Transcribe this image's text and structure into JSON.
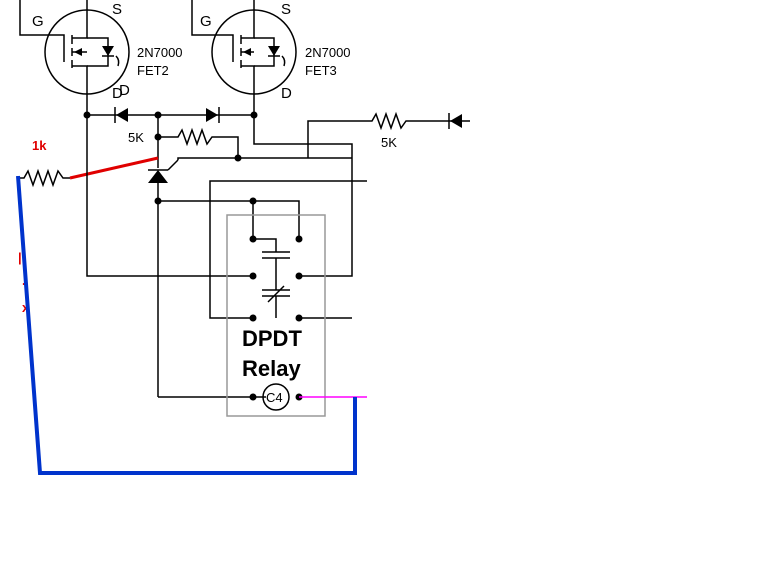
{
  "fet2": {
    "part": "2N7000",
    "name": "FET2",
    "gate": "G",
    "source": "S",
    "drain": "D"
  },
  "fet3": {
    "part": "2N7000",
    "name": "FET3",
    "gate": "G",
    "source": "S",
    "drain": "D"
  },
  "diode_label": "D",
  "resistors": {
    "r_center": "5K",
    "r_right": "5K",
    "r_left": "1k"
  },
  "relay": {
    "line1": "DPDT",
    "line2": "Relay",
    "coil": "C4"
  },
  "colors": {
    "wire": "#000000",
    "red_wire": "#e00000",
    "blue_wire": "#0033cc",
    "magenta_wire": "#ff00ff",
    "relay_box": "#999999"
  }
}
